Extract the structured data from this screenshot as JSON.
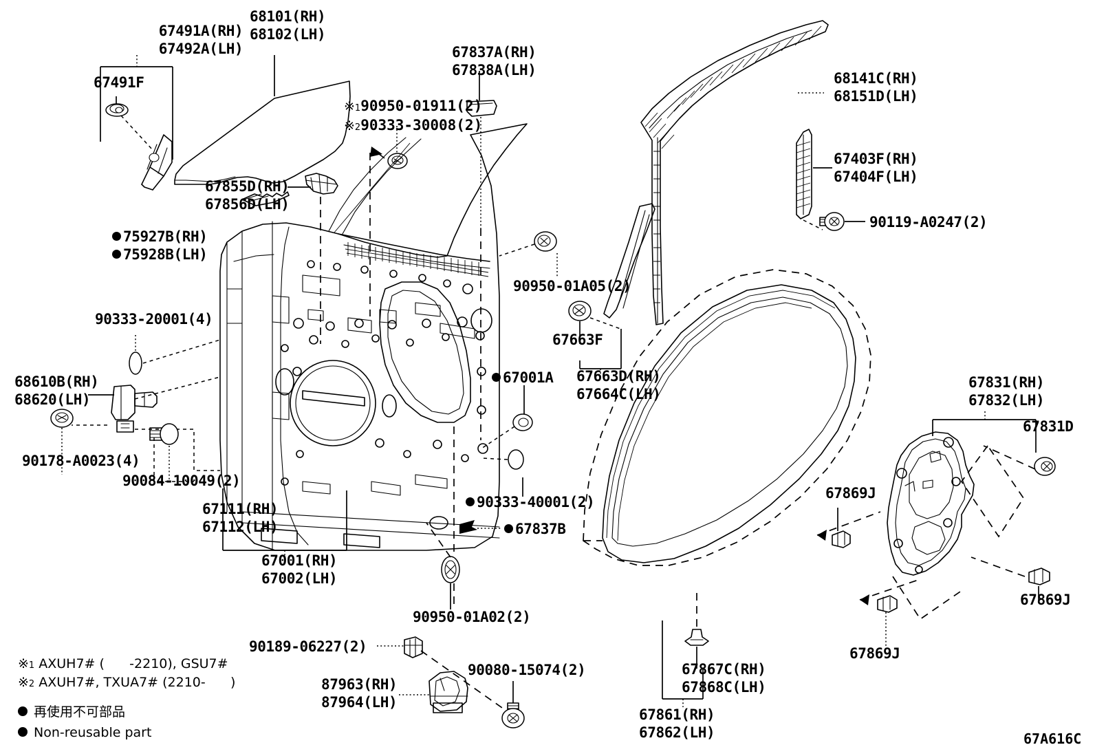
{
  "diagram": {
    "title": "Toyota front door panel & weatherstrip exploded parts diagram",
    "drawing_number": "67A616C",
    "bullet_marker": "●",
    "ref_marker": "※"
  },
  "labels": {
    "l_67491A": {
      "line1": "67491A(RH)",
      "line2": "67492A(LH)"
    },
    "l_67491F": {
      "line1": "67491F"
    },
    "l_68101": {
      "line1": "68101(RH)",
      "line2": "68102(LH)"
    },
    "l_67837A": {
      "line1": "67837A(RH)",
      "line2": "67838A(LH)"
    },
    "l_ref1": {
      "mark": "※",
      "sup": "1",
      "text": "90950-01911(2)"
    },
    "l_ref2": {
      "mark": "※",
      "sup": "2",
      "text": "90333-30008(2)"
    },
    "l_67855D": {
      "line1": "67855D(RH)",
      "line2": "67856D(LH)"
    },
    "l_68141C": {
      "line1": "68141C(RH)",
      "line2": "68151D(LH)"
    },
    "l_67403F": {
      "line1": "67403F(RH)",
      "line2": "67404F(LH)"
    },
    "l_90119": {
      "line1": "90119-A0247(2)"
    },
    "l_75927B": {
      "line1": "75927B(RH)",
      "line2": "75928B(LH)",
      "bullet": true
    },
    "l_90333_20001": {
      "line1": "90333-20001(4)"
    },
    "l_68610B": {
      "line1": "68610B(RH)",
      "line2": "68620(LH)"
    },
    "l_90178": {
      "line1": "90178-A0023(4)"
    },
    "l_90084": {
      "line1": "90084-10049(2)"
    },
    "l_67111": {
      "line1": "67111(RH)",
      "line2": "67112(LH)"
    },
    "l_67001": {
      "line1": "67001(RH)",
      "line2": "67002(LH)"
    },
    "l_90950_01A05": {
      "line1": "90950-01A05(2)"
    },
    "l_67663F": {
      "line1": "67663F"
    },
    "l_67663D": {
      "line1": "67663D(RH)",
      "line2": "67664C(LH)"
    },
    "l_67001A": {
      "line1": "67001A",
      "bullet": true
    },
    "l_90333_40001": {
      "line1": "90333-40001(2)",
      "bullet": true
    },
    "l_67837B": {
      "line1": "67837B",
      "bullet": true
    },
    "l_90950_01A02": {
      "line1": "90950-01A02(2)"
    },
    "l_90189": {
      "line1": "90189-06227(2)"
    },
    "l_87963": {
      "line1": "87963(RH)",
      "line2": "87964(LH)"
    },
    "l_90080": {
      "line1": "90080-15074(2)"
    },
    "l_67867C": {
      "line1": "67867C(RH)",
      "line2": "67868C(LH)"
    },
    "l_67861": {
      "line1": "67861(RH)",
      "line2": "67862(LH)"
    },
    "l_67831": {
      "line1": "67831(RH)",
      "line2": "67832(LH)"
    },
    "l_67831D": {
      "line1": "67831D"
    },
    "l_67869J_left": {
      "line1": "67869J"
    },
    "l_67869J_bottom": {
      "line1": "67869J"
    },
    "l_67869J_right": {
      "line1": "67869J"
    }
  },
  "notes": {
    "ref1": {
      "mark": "※",
      "sup": "1",
      "text": "AXUH7# (      -2210), GSU7#"
    },
    "ref2": {
      "mark": "※",
      "sup": "2",
      "text": "AXUH7#, TXUA7# (2210-      )"
    },
    "legend_jp": "再使用不可部品",
    "legend_en": "Non-reusable part"
  },
  "colors": {
    "ink": "#000000",
    "paper": "#ffffff"
  }
}
